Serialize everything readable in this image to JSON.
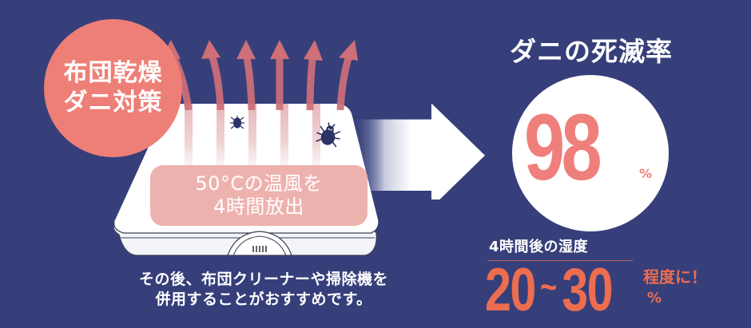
{
  "colors": {
    "background": "#363f7a",
    "badge": "#ee7f77",
    "heat_label_bg": "#eeb2ae",
    "rate_number": "#ef7f7b",
    "humidity_number": "#ec6d50",
    "heat_arrow": "#cf6f78",
    "mite": "#2e3366"
  },
  "badge": {
    "line1": "布団乾燥",
    "line2": "ダニ対策"
  },
  "heat_label": {
    "line1": "50°Cの温風を",
    "line2": "4時間放出"
  },
  "caption": {
    "line1": "その後、布団クリーナーや掃除機を",
    "line2": "併用することがおすすめです。"
  },
  "mite_death_rate": {
    "title": "ダニの死滅率",
    "value": "98",
    "unit": "%"
  },
  "humidity": {
    "title": "4時間後の湿度",
    "low": "20",
    "separator": "~",
    "high": "30",
    "suffix": "程度に！",
    "unit": "%"
  },
  "icons": [
    "heat-arrow-icon",
    "mite-icon",
    "right-arrow-icon",
    "vent-icon"
  ]
}
